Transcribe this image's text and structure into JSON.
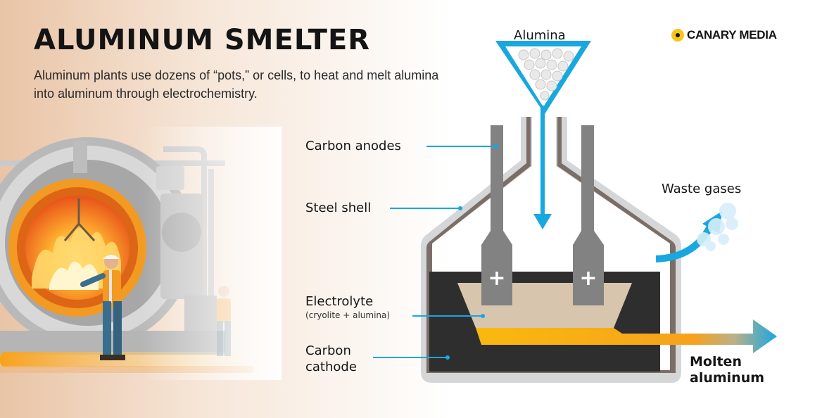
{
  "header": {
    "title": "ALUMINUM SMELTER",
    "subtitle": "Aluminum plants use dozens of “pots,” or cells, to heat and melt alumina into aluminum through electrochemistry."
  },
  "brand": {
    "name": "CANARY MEDIA",
    "icon": "canary-dot-icon"
  },
  "labels": {
    "alumina": "Alumina",
    "carbon_anodes": "Carbon anodes",
    "steel_shell": "Steel shell",
    "electrolyte": "Electrolyte",
    "electrolyte_detail": "(cryolite + alumina)",
    "carbon_cathode_line1": "Carbon",
    "carbon_cathode_line2": "cathode",
    "waste_gases": "Waste gases",
    "molten_line1": "Molten",
    "molten_line2": "aluminum",
    "anode_sign": "+"
  },
  "colors": {
    "accent_blue": "#19a7e0",
    "steel_outer": "#d4d6d8",
    "steel_inner": "#7a6e66",
    "anode_gray": "#828282",
    "electrolyte": "#d7c6ad",
    "cathode": "#2e2e2e",
    "molten_orange": "#f7a81b",
    "text": "#141414"
  }
}
